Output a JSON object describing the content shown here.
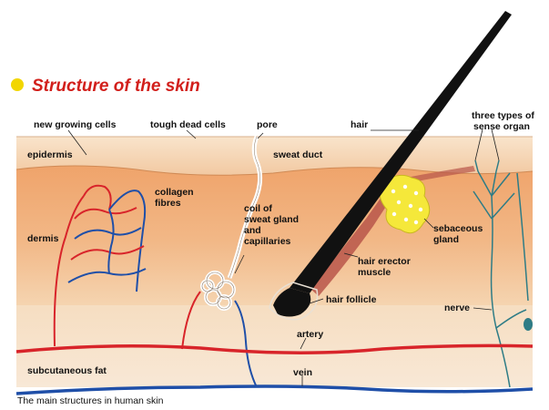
{
  "title": "Structure of the skin",
  "caption": "The main structures in human skin",
  "colors": {
    "title_dot": "#F2D600",
    "title_text": "#D21F1B",
    "epidermis": "#F6DCC0",
    "dermis": "#ECA46E",
    "subcutaneous_fat": "#F5E0C6",
    "artery": "#D8242A",
    "vein": "#1F4FA8",
    "nerve": "#2E7C86",
    "hair": "#111111",
    "sebaceous_gland": "#F5E83A",
    "hair_erector_muscle": "#B8564A"
  },
  "labels": {
    "new_growing_cells": "new growing cells",
    "tough_dead_cells": "tough dead cells",
    "pore": "pore",
    "hair": "hair",
    "three_types_line1": "three types of",
    "three_types_line2": "sense organ",
    "epidermis": "epidermis",
    "sweat_duct": "sweat duct",
    "collagen_line1": "collagen",
    "collagen_line2": "fibres",
    "dermis": "dermis",
    "coil_line1": "coil of",
    "coil_line2": "sweat gland",
    "coil_line3": "and",
    "coil_line4": "capillaries",
    "sebaceous_line1": "sebaceous",
    "sebaceous_line2": "gland",
    "erector_line1": "hair erector",
    "erector_line2": "muscle",
    "hair_follicle": "hair follicle",
    "nerve": "nerve",
    "artery": "artery",
    "subcutaneous_fat": "subcutaneous fat",
    "vein": "vein"
  }
}
